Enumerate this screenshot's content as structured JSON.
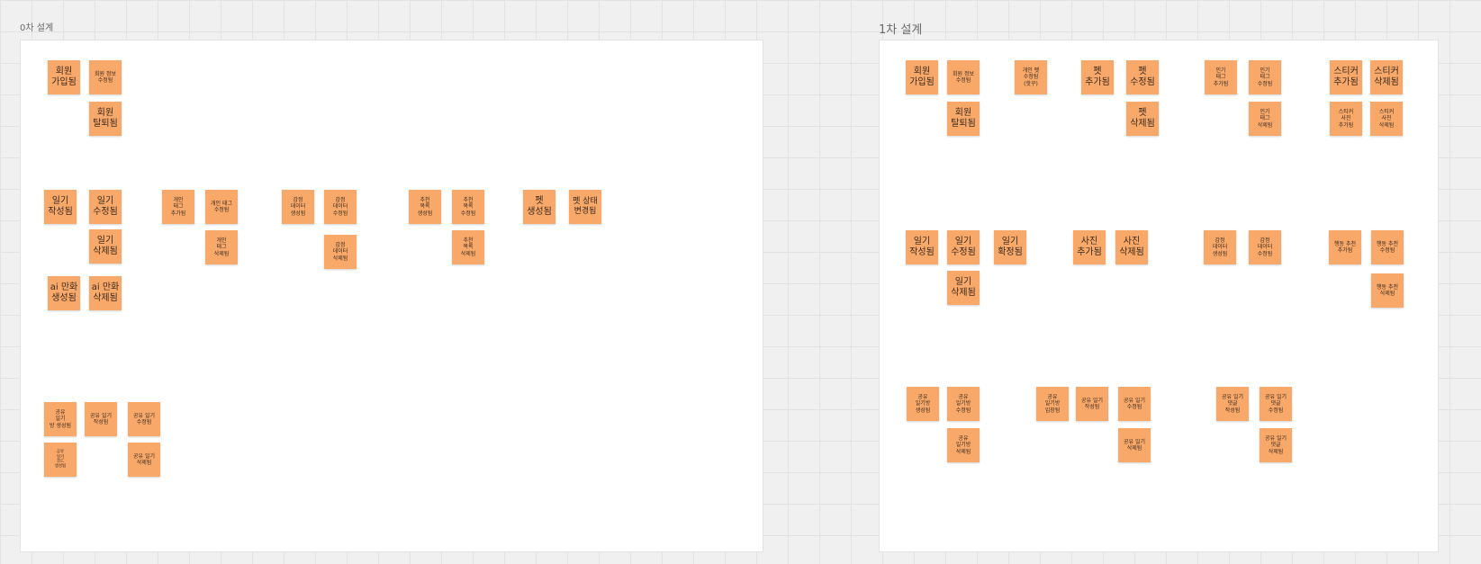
{
  "frames": [
    {
      "title": "0차 설계"
    },
    {
      "title": "1차 설계"
    }
  ],
  "stickies": {
    "f0": [
      "회원\n가입됨",
      "회원 정보\n수정됨",
      "회원\n탈퇴됨",
      "일기\n작성됨",
      "일기\n수정됨",
      "일기\n삭제됨",
      "ai 만화\n생성됨",
      "ai 만화\n삭제됨",
      "개인\n태그\n추가됨",
      "개인 태그\n수정됨",
      "개인\n태그\n삭제됨",
      "감정\n데이터\n생성됨",
      "감정\n데이터\n수정됨",
      "감정\n데이터\n삭제됨",
      "추천\n목록\n생성됨",
      "추천\n목록\n수정됨",
      "추천\n목록\n삭제됨",
      "펫\n생성됨",
      "펫 상태\n변경됨",
      "공유\n일기\n방 생성됨",
      "공유 일기\n작성됨",
      "공유 일기\n수정됨",
      "공유\n일기\n코드\n생성됨",
      "공유 일기\n삭제됨"
    ],
    "f1": [
      "회원\n가입됨",
      "회원 정보\n수정됨",
      "회원\n탈퇴됨",
      "개인 펫\n수정됨\n(핫꾸)",
      "펫\n추가됨",
      "펫\n수정됨",
      "펫\n삭제됨",
      "인기\n태그\n추가됨",
      "인기\n태그\n수정됨",
      "인기\n태그\n삭제됨",
      "스티커\n추가됨",
      "스티커\n삭제됨",
      "스티커\n사진\n추가됨",
      "스티커\n사진\n삭제됨",
      "일기\n작성됨",
      "일기\n수정됨",
      "일기\n삭제됨",
      "일기\n확정됨",
      "사진\n추가됨",
      "사진\n삭제됨",
      "감정\n데이터\n생성됨",
      "감정\n데이터\n수정됨",
      "행동 추천\n추가됨",
      "행동 추천\n수정됨",
      "행동 추천\n삭제됨",
      "공유\n일기방\n생성됨",
      "공유\n일기방\n수정됨",
      "공유\n일기방\n삭제됨",
      "공유\n일기방\n입장됨",
      "공유 일기\n작성됨",
      "공유 일기\n수정됨",
      "공유 일기\n삭제됨",
      "공유 일기\n댓글\n작성됨",
      "공유 일기\n댓글\n수정됨",
      "공유 일기\n댓글\n삭제됨"
    ]
  },
  "colors": {
    "sticky": "#f8a96a",
    "canvas": "#f0f0f0",
    "frame": "#ffffff"
  }
}
